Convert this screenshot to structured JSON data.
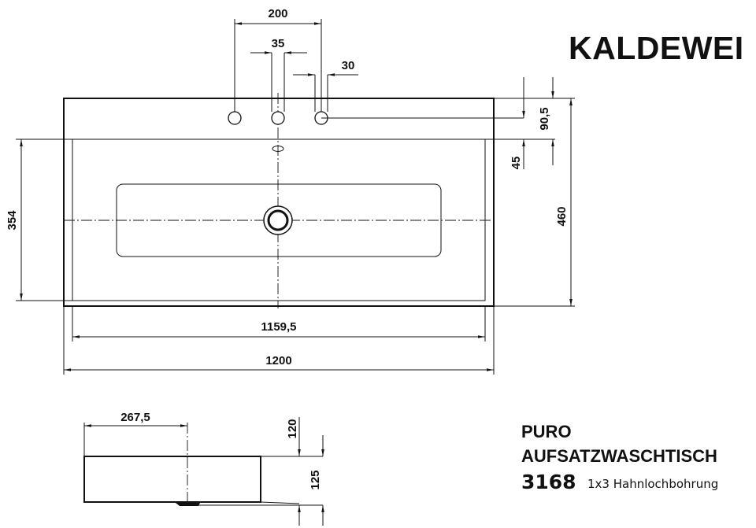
{
  "brand": "KALDEWEI",
  "product": {
    "line": "PURO",
    "type": "AUFSATZWASCHTISCH",
    "number": "3168",
    "variant": "1x3 Hahnlochbohrung"
  },
  "top_view_dimensions": {
    "tap_spacing": "200",
    "tap_hole_diameter": "35",
    "tap_hole_edge": "30",
    "tap_to_back": "90,5",
    "tap_to_basin": "45",
    "depth": "460",
    "basin_depth": "354",
    "basin_width": "1159,5",
    "width": "1200"
  },
  "side_view_dimensions": {
    "drain_offset": "267,5",
    "height_inner": "120",
    "height_outer": "125"
  }
}
